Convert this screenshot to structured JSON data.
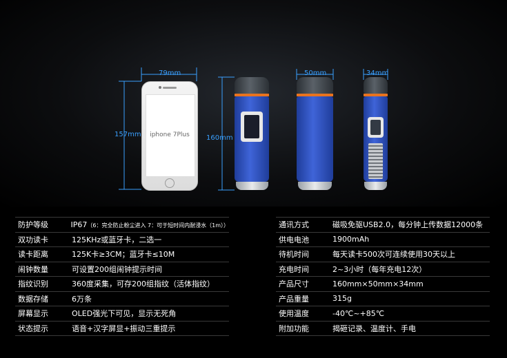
{
  "dimensions": {
    "phone_width": "79mm",
    "phone_height": "157mm",
    "device_height": "160mm",
    "device_width": "50mm",
    "device_depth": "34mm"
  },
  "phone": {
    "label": "iphone 7Plus"
  },
  "colors": {
    "accent": "#3aa0ff",
    "device_blue": "#3f64d8",
    "device_orange": "#e8731f"
  },
  "specs_left": [
    {
      "key": "防护等级",
      "value": "IP67",
      "note": "（6：完全防止粉尘进入  7：可于短时间内耐浸水（1m））"
    },
    {
      "key": "双功读卡",
      "value": "125KHz或蓝牙卡，二选一",
      "note": ""
    },
    {
      "key": "读卡距离",
      "value": "125K卡≥3CM；蓝牙卡≤10M",
      "note": ""
    },
    {
      "key": "闹钟数量",
      "value": "可设置200组闹钟提示时间",
      "note": ""
    },
    {
      "key": "指纹识别",
      "value": "360度采集，可存200组指纹（活体指纹）",
      "note": ""
    },
    {
      "key": "数据存储",
      "value": "6万条",
      "note": ""
    },
    {
      "key": "屏幕显示",
      "value": "OLED强光下可见，显示无死角",
      "note": ""
    },
    {
      "key": "状态提示",
      "value": "语音+汉字屏显+振动三重提示",
      "note": ""
    }
  ],
  "specs_right": [
    {
      "key": "通讯方式",
      "value": "磁吸免驱USB2.0，每分钟上传数据12000条"
    },
    {
      "key": "供电电池",
      "value": "1900mAh"
    },
    {
      "key": "待机时间",
      "value": "每天读卡500次可连续使用30天以上"
    },
    {
      "key": "充电时间",
      "value": "2~3小时（每年充电12次）"
    },
    {
      "key": "产品尺寸",
      "value": "160mm×50mm×34mm"
    },
    {
      "key": "产品重量",
      "value": "315g"
    },
    {
      "key": "使用温度",
      "value": "-40℃~+85℃"
    },
    {
      "key": "附加功能",
      "value": "揭砸记录、温度计、手电"
    }
  ]
}
